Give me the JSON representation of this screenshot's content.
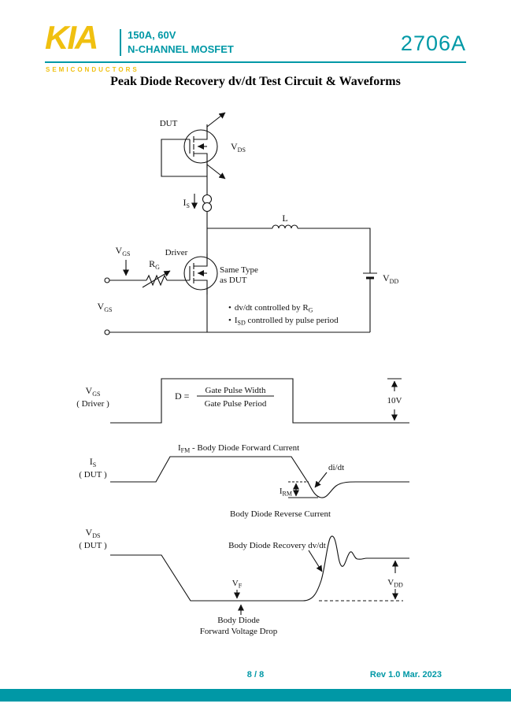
{
  "theme": {
    "teal": "#0098a6",
    "yellow": "#f0c010",
    "ink": "#111111"
  },
  "header": {
    "logo": "KIA",
    "logo_sub": "SEMICONDUCTORS",
    "spec_line1": "150A, 60V",
    "spec_line2": "N-CHANNEL MOSFET",
    "part_number": "2706A"
  },
  "title": "Peak Diode Recovery dv/dt Test Circuit & Waveforms",
  "circuit": {
    "dut_label": "DUT",
    "driver_label": "Driver",
    "same_type_line1": "Same Type",
    "same_type_line2": "as DUT",
    "vds": {
      "main": "V",
      "sub": "DS"
    },
    "is": {
      "main": "I",
      "sub": "S"
    },
    "inductor": "L",
    "vgs_probe": {
      "main": "V",
      "sub": "GS"
    },
    "rg": {
      "main": "R",
      "sub": "G"
    },
    "vgs_source": {
      "main": "V",
      "sub": "GS"
    },
    "vdd": {
      "main": "V",
      "sub": "DD"
    },
    "note1": {
      "bullet": "•",
      "pre": "dv/dt controlled by R",
      "sub": "G"
    },
    "note2": {
      "bullet": "•",
      "pre": "I",
      "sub": "SD",
      "post": " controlled by pulse period"
    }
  },
  "waveforms": {
    "vgs": {
      "label": {
        "main": "V",
        "sub": "GS"
      },
      "paren": "( Driver )",
      "d_label": "D =",
      "frac_top": "Gate Pulse Width",
      "frac_bottom": "Gate Pulse Period",
      "amplitude": "10V"
    },
    "is": {
      "label": {
        "main": "I",
        "sub": "S"
      },
      "paren": "( DUT )",
      "ifm": {
        "pre": "I",
        "sub": "FM",
        "post": " - Body Diode Forward Current"
      },
      "didt": "di/dt",
      "irm": {
        "main": "I",
        "sub": "RM"
      },
      "reverse_label": "Body Diode Reverse Current"
    },
    "vds": {
      "label": {
        "main": "V",
        "sub": "DS"
      },
      "paren": "( DUT )",
      "recovery_label": "Body Diode Recovery dv/dt",
      "vf": {
        "main": "V",
        "sub": "F"
      },
      "vdd": {
        "main": "V",
        "sub": "DD"
      },
      "fwd_line1": "Body Diode",
      "fwd_line2": "Forward Voltage Drop"
    }
  },
  "footer": {
    "page": "8 / 8",
    "rev": "Rev 1.0 Mar. 2023"
  }
}
